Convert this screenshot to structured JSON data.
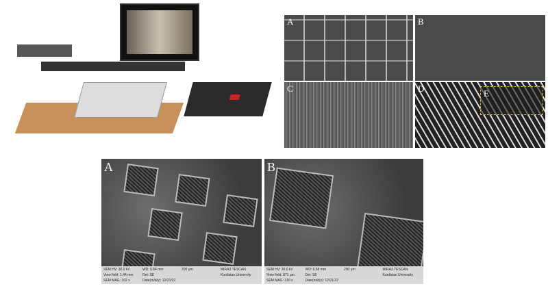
{
  "apparatus": {
    "monitor_icon": "monitor",
    "controller_icon": "power-supply"
  },
  "top_panels": [
    {
      "label": "A"
    },
    {
      "label": "B"
    },
    {
      "label": "C"
    },
    {
      "label": "D"
    },
    {
      "label": "E"
    }
  ],
  "bottom_panels": [
    {
      "label": "A",
      "hv": "SEM HV: 30.0 kV",
      "wd": "WD: 5.64 mm",
      "view": "View field: 1.44 mm",
      "det": "Det: SE",
      "mag": "SEM MAG: 192 x",
      "date": "Date(m/d/y): 12/21/22",
      "scale": "200 µm",
      "brand": "MIRA3 TESCAN",
      "org": "Kurdistan University"
    },
    {
      "label": "B",
      "hv": "SEM HV: 30.0 kV",
      "wd": "WD: 6.58 mm",
      "view": "View field: 871 µm",
      "det": "Det: SE",
      "mag": "SEM MAG: 318 x",
      "date": "Date(m/d/y): 12/21/22",
      "scale": "200 µm",
      "brand": "MIRA3 TESCAN",
      "org": "Kurdistan University"
    }
  ]
}
